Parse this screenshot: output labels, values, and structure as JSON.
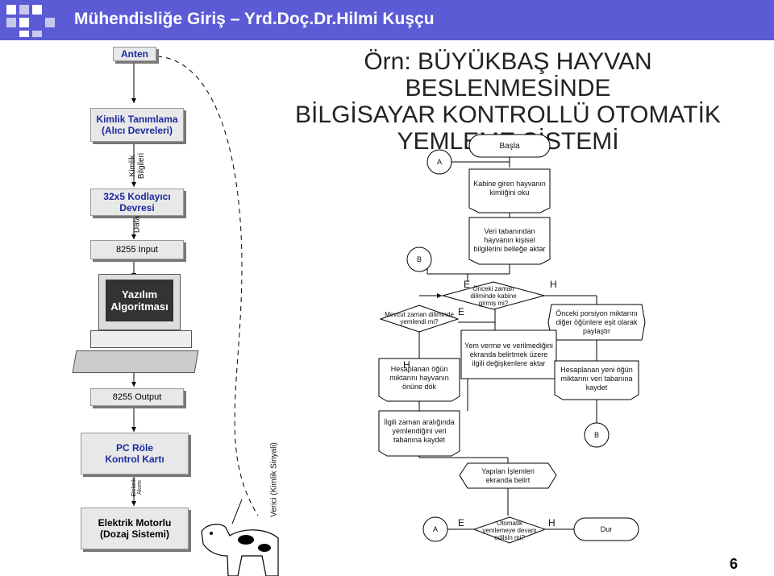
{
  "header": {
    "title": "Mühendisliğe Giriş – Yrd.Doç.Dr.Hilmi Kuşçu"
  },
  "slide_title": {
    "line1": "Örn: BÜYÜKBAŞ HAYVAN BESLENMESİNDE",
    "line2": "BİLGİSAYAR KONTROLLÜ OTOMATİK",
    "line3": "YEMLEME SİSTEMİ"
  },
  "hardware": {
    "antenna": "Anten",
    "id_unit_l1": "Kimlik Tanımlama",
    "id_unit_l2": "(Alıcı Devreleri)",
    "id_info_l1": "Kimlik",
    "id_info_l2": "Bilgileri",
    "encoder_l1": "32x5 Kodlayıcı",
    "encoder_l2": "Devresi",
    "data_label": "Data",
    "input_port": "8255 Input",
    "software_l1": "Yazılım",
    "software_l2": "Algoritması",
    "output_port": "8255 Output",
    "relay_l1": "PC Röle",
    "relay_l2": "Kontrol Kartı",
    "power_l1": "Elektrik",
    "power_l2": "Akımı",
    "motor_l1": "Elektrik Motorlu",
    "motor_l2": "(Dozaj Sistemi)",
    "transmitter": "Verici (Kimlik Sinyali)"
  },
  "flowchart": {
    "start": "Başla",
    "connector_a": "A",
    "read_id": "Kabine giren hayvanın kimliğini oku",
    "load_info": "Veri tabanından hayvanın kişisel bilgilerini belleğe aktar",
    "connector_b": "B",
    "q_period": "Önceki zaman diliminde kabine girmiş mi?",
    "q_fed": "Mevcut zaman diliminde yemlendi mi?",
    "share_prev": "Önceki porsiyon miktarını diğer öğünlere eşit olarak paylaştır",
    "no_feed_msg": "Yem verme ve verilmediğini ekranda belirtmek üzere ilgili değişkenlere aktar",
    "dispense": "Hesaplanan öğün miktarını hayvanın önüne dök",
    "save_new": "Hesaplanan yeni öğün miktarını veri tabanına kaydet",
    "save_interval": "İlgili zaman aralığında yemlendiğini veri tabanına kaydet",
    "connector_b2": "B",
    "show_ops": "Yapılan İşlemleri ekranda belirt",
    "connector_a2": "A",
    "q_auto": "Otomatik yemlemeye devam edilsin mi?",
    "stop": "Dur",
    "yes": "E",
    "no": "H"
  },
  "page_number": "6",
  "colors": {
    "header_bg": "#5b5bd6",
    "accent_text": "#1a2aa0",
    "box_fill": "#e8e8e8"
  }
}
